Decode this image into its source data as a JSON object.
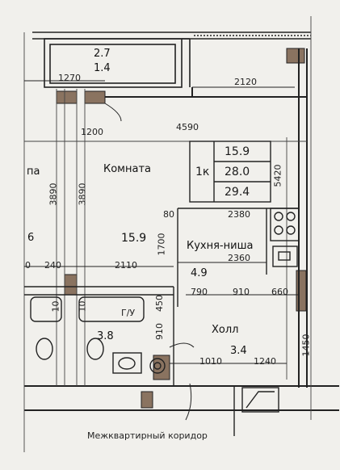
{
  "plan": {
    "balcony": {
      "area1": "2.7",
      "area2": "1.4",
      "width": "1270"
    },
    "dims": {
      "top_right": "2120",
      "d1200": "1200",
      "d4590": "4590",
      "d5420": "5420",
      "d3890a": "3890",
      "d3890b": "3890",
      "d2380": "2380",
      "d80": "80",
      "d1700": "1700",
      "d2360": "2360",
      "d240": "240",
      "d2110": "2110",
      "d790": "790",
      "d910a": "910",
      "d660": "660",
      "d450": "450",
      "d910b": "910",
      "d1450": "1450",
      "d1010": "1010",
      "d1240": "1240"
    },
    "rooms": {
      "room_name": "Комната",
      "room_area": "15.9",
      "kitchen_name": "Кухня-ниша",
      "kitchen_area": "4.9",
      "hall_name": "Холл",
      "hall_area": "3.4",
      "bath_area": "3.8",
      "bath_label": "Г/У",
      "corridor": "Межквартирный коридор"
    },
    "table": {
      "type": "1к",
      "living": "15.9",
      "total": "28.0",
      "with_balcony": "29.4"
    },
    "edge_left": {
      "t1": "па",
      "t2": "6",
      "t3": "0"
    },
    "small_marks": {
      "m10a": "10",
      "m10b": "10"
    }
  }
}
